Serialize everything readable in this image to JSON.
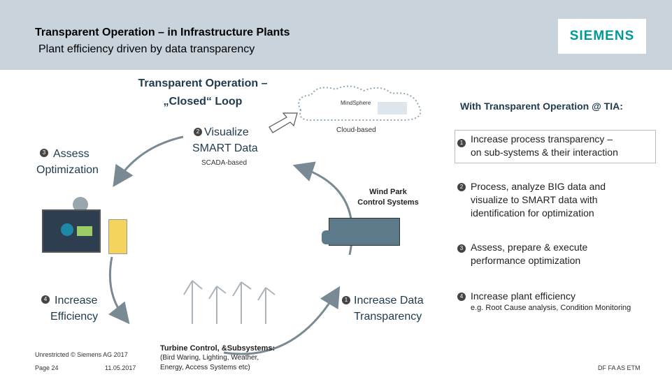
{
  "header": {
    "title": "Transparent Operation – in Infrastructure Plants",
    "subtitle": "Plant efficiency driven by data transparency",
    "logo": "SIEMENS"
  },
  "loop": {
    "title_line1": "Transparent Operation –",
    "title_line2": "„Closed“ Loop"
  },
  "cloud": {
    "label": "MindSphere",
    "caption": "Cloud-based"
  },
  "steps": {
    "s2": {
      "num": "2",
      "line1": "Visualize",
      "line2": "SMART Data"
    },
    "s3": {
      "num": "3",
      "line1": "Assess",
      "line2": "Optimization"
    },
    "s4": {
      "num": "4",
      "line1": "Increase",
      "line2": "Efficiency"
    },
    "s1": {
      "num": "1",
      "line1": "Increase Data",
      "line2": "Transparency"
    }
  },
  "scada": "SCADA-based",
  "wind_park": {
    "line1": "Wind Park",
    "line2": "Control Systems"
  },
  "turbine": {
    "title": "Turbine Control, &Subsystems:",
    "line1": "(Bird Waring, Lighting, Weather,",
    "line2": "Energy, Access Systems etc)"
  },
  "right": {
    "heading": "With Transparent Operation @ TIA:",
    "items": [
      {
        "num": "1",
        "line1": "Increase process transparency –",
        "line2": "on sub-systems & their interaction",
        "line3": ""
      },
      {
        "num": "2",
        "line1": "Process, analyze BIG data and",
        "line2": "visualize to SMART data with",
        "line3": "identification for optimization"
      },
      {
        "num": "3",
        "line1": "Assess, prepare & execute",
        "line2": "performance optimization",
        "line3": ""
      },
      {
        "num": "4",
        "line1": "Increase plant efficiency",
        "line2": "e.g. Root Cause analysis, Condition Monitoring",
        "line3": ""
      }
    ]
  },
  "footer": {
    "restricted": "Unrestricted © Siemens AG 2017",
    "page": "Page 24",
    "date": "11.05.2017",
    "code": "DF FA AS ETM"
  },
  "colors": {
    "header_bg": "#c8d3dc",
    "logo": "#009999",
    "text_dark": "#1f3a4d",
    "arrow": "#7a8a94"
  }
}
